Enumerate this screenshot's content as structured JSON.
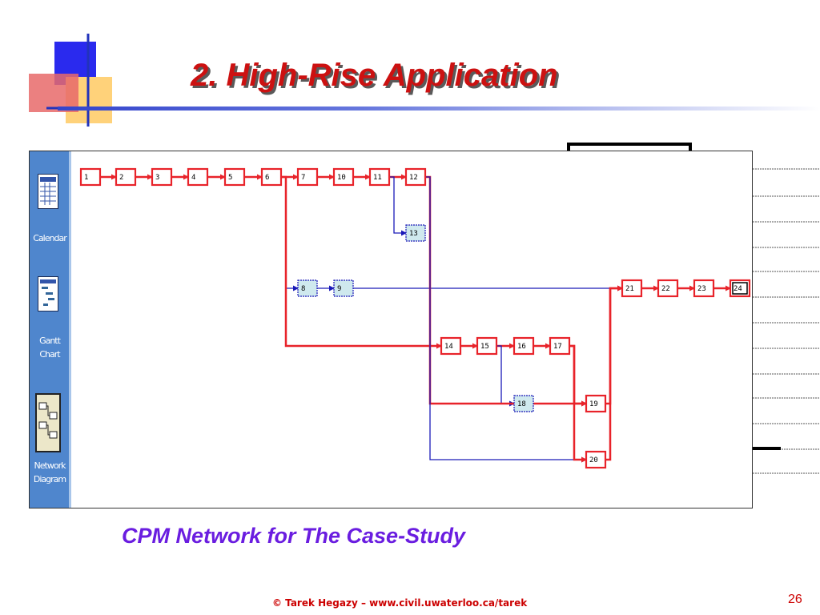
{
  "slide": {
    "title": "2. High-Rise Application",
    "caption": "CPM Network for The Case-Study",
    "footer": "© Tarek Hegazy – www.civil.uwaterloo.ca/tarek",
    "page_number": "26"
  },
  "views_bar": {
    "items": [
      {
        "name": "calendar",
        "label": "Calendar",
        "icon": "calendar-icon",
        "active": false
      },
      {
        "name": "gantt-chart",
        "label": "Gantt\nChart",
        "icon": "gantt-chart-icon",
        "active": false
      },
      {
        "name": "network-diagram",
        "label": "Network\nDiagram",
        "icon": "network-diagram-icon",
        "active": true
      }
    ]
  },
  "colors": {
    "critical": "#e8232a",
    "noncritical": "#1a1ab8",
    "noncritical_fill": "#cfe9ee",
    "views_bar": "#4f86cd",
    "title": "#cc1111",
    "caption": "#6a1de0",
    "footer": "#cc0000"
  },
  "network": {
    "nodes": [
      {
        "id": "1",
        "critical": true
      },
      {
        "id": "2",
        "critical": true
      },
      {
        "id": "3",
        "critical": true
      },
      {
        "id": "4",
        "critical": true
      },
      {
        "id": "5",
        "critical": true
      },
      {
        "id": "6",
        "critical": true
      },
      {
        "id": "7",
        "critical": true
      },
      {
        "id": "10",
        "critical": true
      },
      {
        "id": "11",
        "critical": true
      },
      {
        "id": "12",
        "critical": true
      },
      {
        "id": "13",
        "critical": false
      },
      {
        "id": "8",
        "critical": false
      },
      {
        "id": "9",
        "critical": false
      },
      {
        "id": "14",
        "critical": true
      },
      {
        "id": "15",
        "critical": true
      },
      {
        "id": "16",
        "critical": true
      },
      {
        "id": "17",
        "critical": true
      },
      {
        "id": "18",
        "critical": false
      },
      {
        "id": "19",
        "critical": true
      },
      {
        "id": "20",
        "critical": true
      },
      {
        "id": "21",
        "critical": true
      },
      {
        "id": "22",
        "critical": true
      },
      {
        "id": "23",
        "critical": true
      },
      {
        "id": "24",
        "critical": true
      }
    ],
    "links": [
      {
        "from": "1",
        "to": "2",
        "critical": true
      },
      {
        "from": "2",
        "to": "3",
        "critical": true
      },
      {
        "from": "3",
        "to": "4",
        "critical": true
      },
      {
        "from": "4",
        "to": "5",
        "critical": true
      },
      {
        "from": "5",
        "to": "6",
        "critical": true
      },
      {
        "from": "6",
        "to": "7",
        "critical": true
      },
      {
        "from": "7",
        "to": "10",
        "critical": true
      },
      {
        "from": "10",
        "to": "11",
        "critical": true
      },
      {
        "from": "11",
        "to": "12",
        "critical": true
      },
      {
        "from": "11",
        "to": "13",
        "critical": false
      },
      {
        "from": "6",
        "to": "8",
        "critical": false
      },
      {
        "from": "8",
        "to": "9",
        "critical": false
      },
      {
        "from": "9",
        "to": "21",
        "critical": false
      },
      {
        "from": "6",
        "to": "14",
        "critical": true
      },
      {
        "from": "14",
        "to": "15",
        "critical": true
      },
      {
        "from": "15",
        "to": "16",
        "critical": true
      },
      {
        "from": "16",
        "to": "17",
        "critical": true
      },
      {
        "from": "15",
        "to": "18",
        "critical": false
      },
      {
        "from": "18",
        "to": "19",
        "critical": false
      },
      {
        "from": "12",
        "to": "19",
        "critical": true
      },
      {
        "from": "12",
        "to": "20",
        "critical": false
      },
      {
        "from": "17",
        "to": "19",
        "critical": true
      },
      {
        "from": "17",
        "to": "20",
        "critical": true
      },
      {
        "from": "19",
        "to": "21",
        "critical": true
      },
      {
        "from": "20",
        "to": "21",
        "critical": true
      },
      {
        "from": "21",
        "to": "22",
        "critical": true
      },
      {
        "from": "22",
        "to": "23",
        "critical": true
      },
      {
        "from": "23",
        "to": "24",
        "critical": true
      }
    ]
  }
}
